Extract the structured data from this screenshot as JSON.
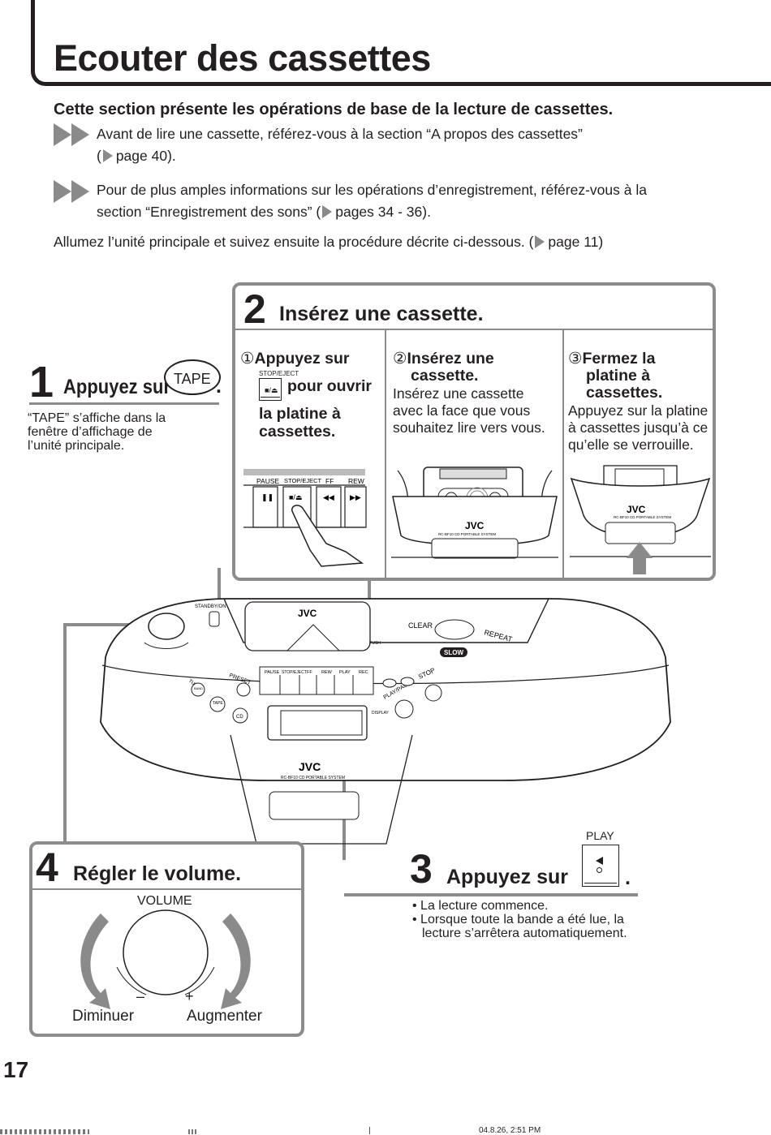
{
  "header": {
    "title": "Ecouter des cassettes"
  },
  "intro": {
    "heading": "Cette section présente les opérations de base de la lecture de cassettes.",
    "note1_line1": "Avant de lire une cassette, référez-vous à la section “A propos des cassettes”",
    "note1_line2_open": "(",
    "note1_line2_ref": "page 40).",
    "note2_line1": "Pour de plus amples informations sur les opérations d’enregistrement, référez-vous à la",
    "note2_line2": "section “Enregistrement des sons” (",
    "note2_line2_ref": "pages 34 - 36).",
    "power_on": "Allumez l’unité principale et suivez ensuite la procédure décrite ci-dessous. (",
    "power_on_ref": "page 11)"
  },
  "step1": {
    "number": "1",
    "title": "Appuyez sur",
    "button_label": "TAPE",
    "period": ".",
    "desc_line1": "“TAPE” s’affiche dans la",
    "desc_line2": "fenêtre d’affichage de",
    "desc_line3": "l’unité principale."
  },
  "step2": {
    "number": "2",
    "title": "Insérez une cassette.",
    "a": {
      "num": "①",
      "title_line1": "Appuyez sur",
      "button_caption": "STOP/EJECT",
      "title_line2": "pour ouvrir",
      "title_line3": "la platine à",
      "title_line4": "cassettes."
    },
    "b": {
      "num": "②",
      "title_line1": "Insérez une",
      "title_line2": "cassette.",
      "body_line1": "Insérez une cassette",
      "body_line2": "avec la face que vous",
      "body_line3": "souhaitez lire vers vous."
    },
    "c": {
      "num": "③",
      "title_line1": "Fermez la",
      "title_line2": "platine à",
      "title_line3": "cassettes.",
      "body_line1": "Appuyez sur la platine",
      "body_line2": "à cassettes jusqu’à ce",
      "body_line3": "qu’elle se verrouille."
    }
  },
  "step3": {
    "number": "3",
    "title": "Appuyez sur",
    "button_caption": "PLAY",
    "period": ".",
    "bullet1": "• La lecture commence.",
    "bullet2_line1": "• Lorsque toute la bande a été lue, la",
    "bullet2_line2": "lecture s’arrêtera automatiquement."
  },
  "step4": {
    "number": "4",
    "title": "Régler le volume.",
    "knob_label": "VOLUME",
    "minus": "–",
    "plus": "+",
    "decrease": "Diminuer",
    "increase": "Augmenter"
  },
  "illustration": {
    "brand": "JVC",
    "model": "RC-BF10 CD PORTABLE SYSTEM",
    "deck_buttons": [
      "PAUSE",
      "STOP/EJECT",
      "FF",
      "REW",
      "PLAY",
      "REC"
    ],
    "labels": {
      "standby": "STANDBY/ON",
      "tuner": "TUNER",
      "band": "BAND",
      "preset": "PRESET",
      "tape": "TAPE",
      "cd": "CD",
      "clear": "CLEAR",
      "repeat": "REPEAT",
      "slow": "SLOW",
      "stop": "STOP",
      "play_pause": "PLAY/PAUSE",
      "display": "DISPLAY",
      "push": "PUSH"
    }
  },
  "footer": {
    "page_number": "17",
    "stamp": "04.8.26, 2:51 PM"
  }
}
